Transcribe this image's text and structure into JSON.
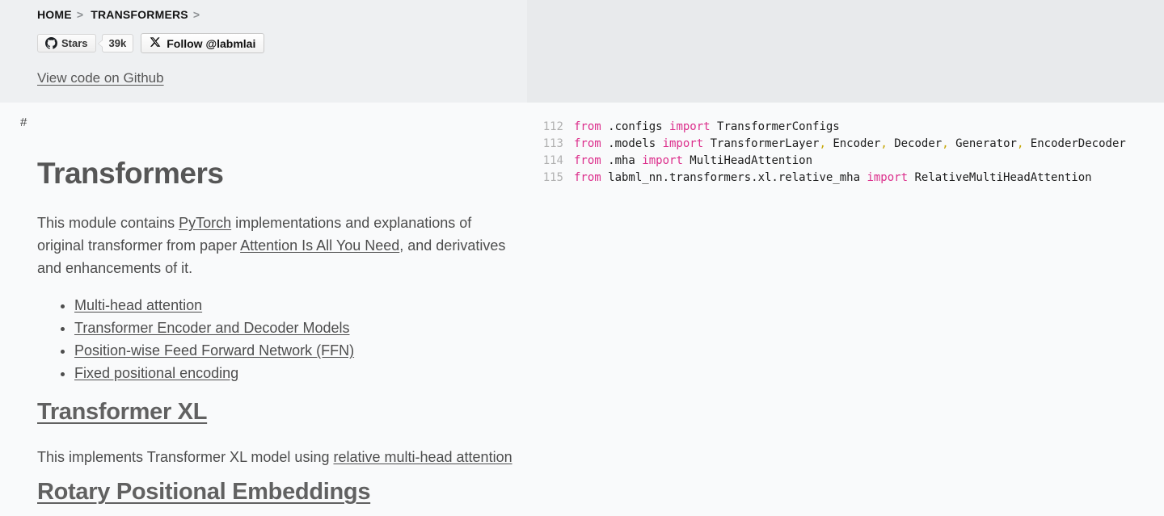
{
  "colors": {
    "header_left_bg": "#eef0f2",
    "header_right_bg": "#e8eaec",
    "page_bg": "#f9fafb",
    "body_text": "#4d4d4d",
    "heading_text": "#616161",
    "code_keyword_pink": "#dc2f8c",
    "code_punctuation_gold": "#c5a500",
    "code_line_number": "#b0b0b0"
  },
  "header": {
    "breadcrumb": [
      {
        "label": "HOME",
        "sep": ">"
      },
      {
        "label": "TRANSFORMERS",
        "sep": ">"
      }
    ],
    "stars_label": "Stars",
    "stars_count": "39k",
    "follow_label": "Follow @labmlai",
    "view_code_link": "View code on Github"
  },
  "doc": {
    "hash_marker": "#",
    "title": "Transformers",
    "intro_segments": [
      {
        "text": "This module contains ",
        "link": false
      },
      {
        "text": "PyTorch",
        "link": true
      },
      {
        "text": " implementations and explanations of original transformer from paper ",
        "link": false
      },
      {
        "text": "Attention Is All You Need",
        "link": true
      },
      {
        "text": ", and derivatives and enhancements of it.",
        "link": false
      }
    ],
    "links_list": [
      "Multi-head attention",
      "Transformer Encoder and Decoder Models",
      "Position-wise Feed Forward Network (FFN)",
      "Fixed positional encoding"
    ],
    "section2_title": "Transformer XL",
    "xl_segments": [
      {
        "text": "This implements Transformer XL model using ",
        "link": false
      },
      {
        "text": "relative multi-head attention",
        "link": true
      }
    ],
    "section3_title": "Rotary Positional Embeddings"
  },
  "code": {
    "lines": [
      {
        "num": "112",
        "tokens": [
          {
            "c": "kw",
            "s": "from"
          },
          {
            "c": "id",
            "s": " .configs "
          },
          {
            "c": "kw",
            "s": "import"
          },
          {
            "c": "id",
            "s": " TransformerConfigs"
          }
        ]
      },
      {
        "num": "113",
        "tokens": [
          {
            "c": "kw",
            "s": "from"
          },
          {
            "c": "id",
            "s": " .models "
          },
          {
            "c": "kw",
            "s": "import"
          },
          {
            "c": "id",
            "s": " TransformerLayer"
          },
          {
            "c": "pn",
            "s": ","
          },
          {
            "c": "id",
            "s": " Encoder"
          },
          {
            "c": "pn",
            "s": ","
          },
          {
            "c": "id",
            "s": " Decoder"
          },
          {
            "c": "pn",
            "s": ","
          },
          {
            "c": "id",
            "s": " Generator"
          },
          {
            "c": "pn",
            "s": ","
          },
          {
            "c": "id",
            "s": " EncoderDecoder"
          }
        ]
      },
      {
        "num": "114",
        "tokens": [
          {
            "c": "kw",
            "s": "from"
          },
          {
            "c": "id",
            "s": " .mha "
          },
          {
            "c": "kw",
            "s": "import"
          },
          {
            "c": "id",
            "s": " MultiHeadAttention"
          }
        ]
      },
      {
        "num": "115",
        "tokens": [
          {
            "c": "kw",
            "s": "from"
          },
          {
            "c": "id",
            "s": " labml_nn.transformers.xl.relative_mha "
          },
          {
            "c": "kw",
            "s": "import"
          },
          {
            "c": "id",
            "s": " RelativeMultiHeadAttention"
          }
        ]
      }
    ]
  }
}
